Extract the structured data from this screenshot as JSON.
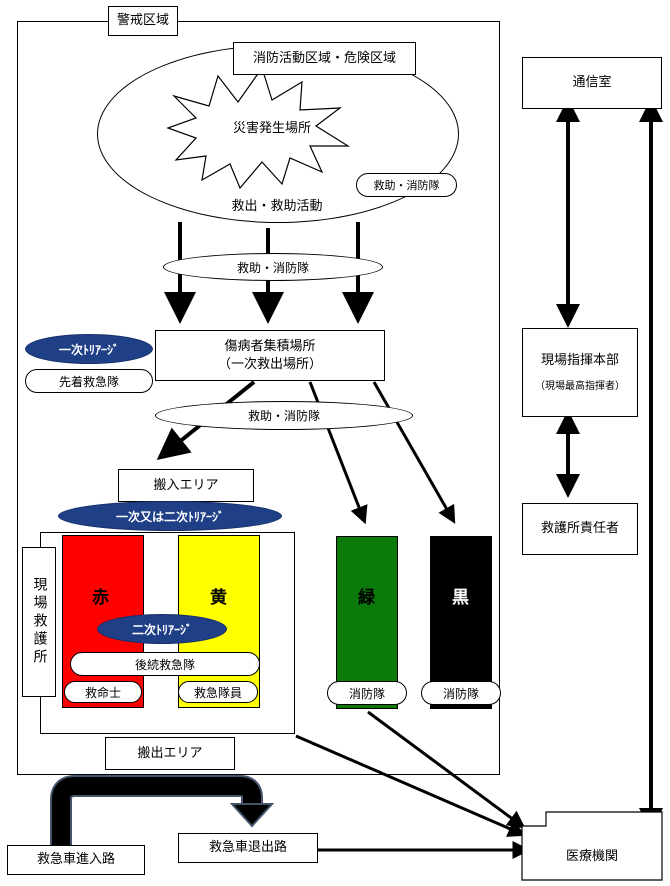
{
  "labels": {
    "cordon_zone": "警戒区域",
    "fire_zone": "消防活動区域・危険区域",
    "disaster_site": "災害発生場所",
    "rescue_activity": "救出・救助活動",
    "rescue_fire_team_site": "救助・消防隊",
    "rescue_fire_team_mid": "救助・消防隊",
    "first_triage": "一次ﾄﾘｱｰｼﾞ",
    "first_ambulance": "先着救急隊",
    "casualty_collection_line1": "傷病者集積場所",
    "casualty_collection_line2": "（一次救出場所）",
    "rescue_fire_team_lower": "救助・消防隊",
    "carry_in_area": "搬入エリア",
    "first_or_second_triage": "一次又は二次ﾄﾘｱｰｼﾞ",
    "field_aid_station": "現場救護所",
    "red": "赤",
    "yellow": "黄",
    "green": "緑",
    "black": "黒",
    "second_triage": "二次ﾄﾘｱｰｼﾞ",
    "following_ambulance": "後続救急隊",
    "paramedic": "救命士",
    "ambulance_crew": "救急隊員",
    "fire_team_green": "消防隊",
    "fire_team_black": "消防隊",
    "carry_out_area": "搬出エリア",
    "comm_room": "通信室",
    "field_hq_line1": "現場指揮本部",
    "field_hq_line2": "（現場最高指揮者）",
    "aid_station_chief": "救護所責任者",
    "ambulance_entry_route": "救急車進入路",
    "ambulance_exit_route": "救急車退出路",
    "medical_institution": "医療機関"
  },
  "colors": {
    "red": "#ff0000",
    "yellow": "#ffff00",
    "green": "#0a7a0a",
    "black": "#000000",
    "triage_blue": "#1f3f86",
    "route_arrow": "#000000",
    "route_arrow_outline": "#44546a"
  }
}
